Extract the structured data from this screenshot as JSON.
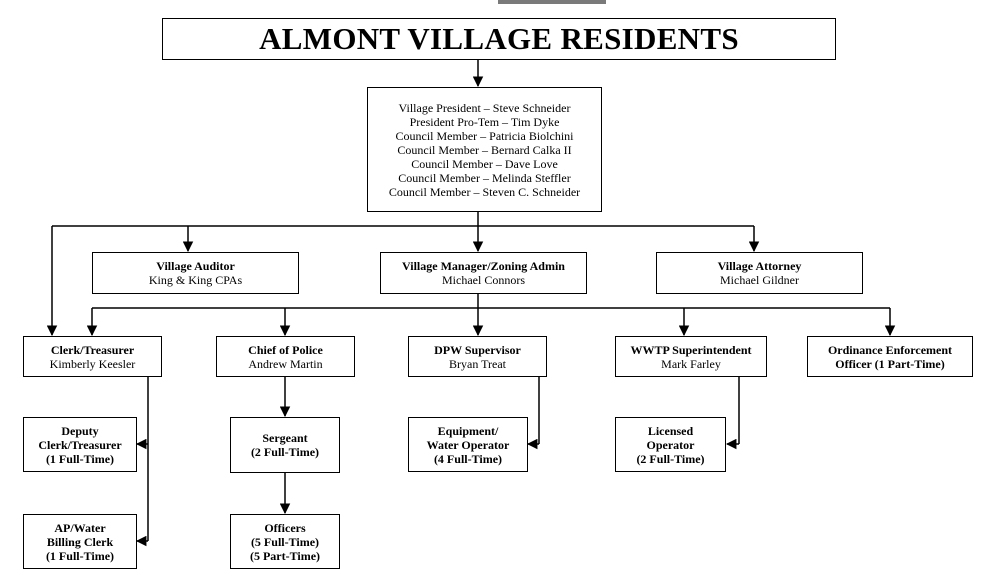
{
  "header": {
    "title": "ALMONT VILLAGE RESIDENTS"
  },
  "council": {
    "lines": [
      "Village President – Steve Schneider",
      "President Pro-Tem – Tim Dyke",
      "Council Member – Patricia Biolchini",
      "Council Member – Bernard Calka II",
      "Council Member – Dave Love",
      "Council Member – Melinda Steffler",
      "Council Member – Steven C. Schneider"
    ]
  },
  "auditor": {
    "role": "Village Auditor",
    "name": "King & King CPAs"
  },
  "manager": {
    "role": "Village Manager/Zoning Admin",
    "name": "Michael Connors"
  },
  "attorney": {
    "role": "Village Attorney",
    "name": "Michael Gildner"
  },
  "clerk": {
    "role": "Clerk/Treasurer",
    "name": "Kimberly Keesler"
  },
  "police": {
    "role": "Chief of Police",
    "name": "Andrew Martin"
  },
  "dpw": {
    "role": "DPW Supervisor",
    "name": "Bryan Treat"
  },
  "wwtp": {
    "role": "WWTP Superintendent",
    "name": "Mark Farley"
  },
  "ordinance": {
    "line1": "Ordinance Enforcement",
    "line2": "Officer (1 Part-Time)"
  },
  "deputy": {
    "line1": "Deputy",
    "line2": "Clerk/Treasurer",
    "line3": "(1 Full-Time)"
  },
  "ap_clerk": {
    "line1": "AP/Water",
    "line2": "Billing Clerk",
    "line3": "(1 Full-Time)"
  },
  "sergeant": {
    "line1": "Sergeant",
    "line2": "(2 Full-Time)"
  },
  "officers": {
    "line1": "Officers",
    "line2": "(5 Full-Time)",
    "line3": "(5 Part-Time)"
  },
  "equipment": {
    "line1": "Equipment/",
    "line2": "Water Operator",
    "line3": "(4 Full-Time)"
  },
  "licensed": {
    "line1": "Licensed",
    "line2": "Operator",
    "line3": "(2 Full-Time)"
  }
}
